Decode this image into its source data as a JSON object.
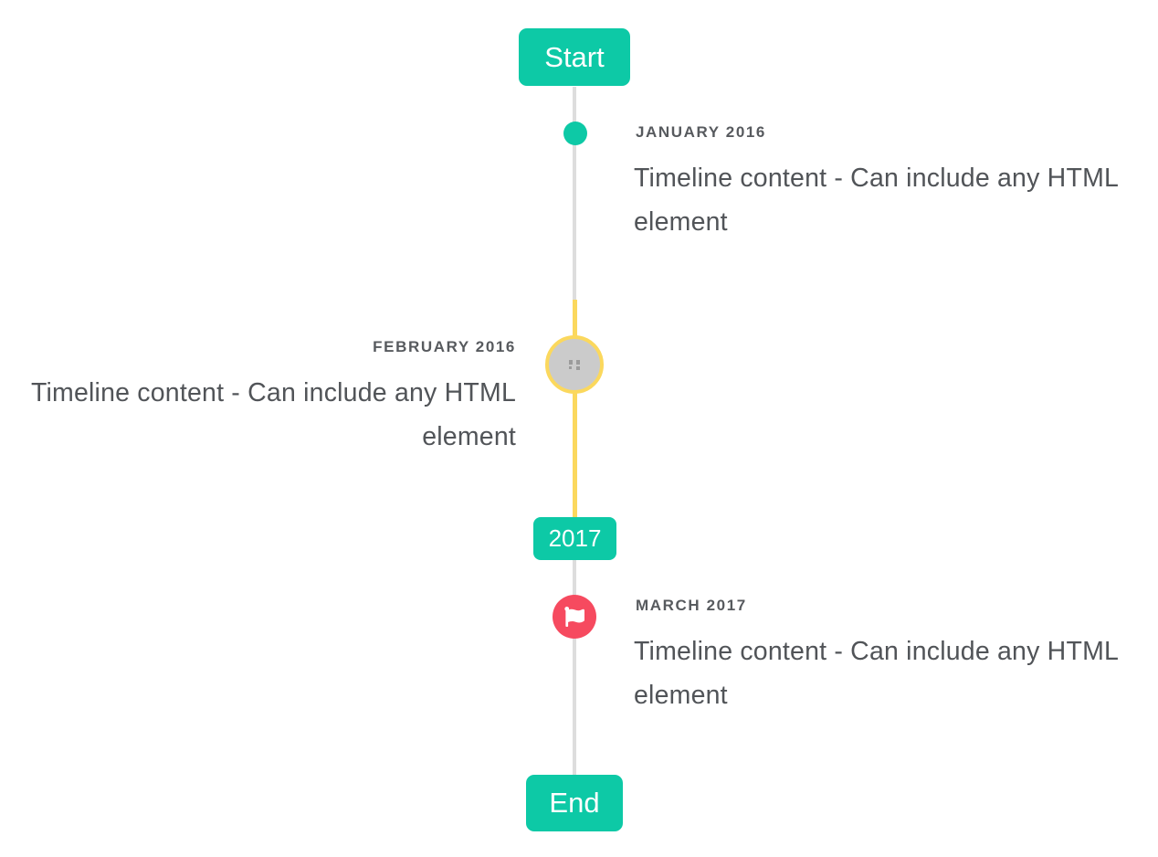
{
  "colors": {
    "accent_teal": "#0dc9a6",
    "highlight_yellow": "#fbd85d",
    "flag_pink": "#f64a5f",
    "line_gray": "#dddddd",
    "circle_gray": "#cbcbcb",
    "title_text": "#575a5e",
    "content_text": "#515458"
  },
  "timeline": {
    "start_badge": "Start",
    "year_badge": "2017",
    "end_badge": "End",
    "items": [
      {
        "title": "JANUARY 2016",
        "content": "Timeline content - Can include any HTML element",
        "side": "right",
        "marker": "teal-dot-icon"
      },
      {
        "title": "FEBRUARY 2016",
        "content": "Timeline content - Can include any HTML element",
        "side": "left",
        "marker": "image-placeholder-icon",
        "line_highlight": "yellow"
      },
      {
        "title": "MARCH 2017",
        "content": "Timeline content - Can include any HTML element",
        "side": "right",
        "marker": "flag-icon"
      }
    ]
  }
}
